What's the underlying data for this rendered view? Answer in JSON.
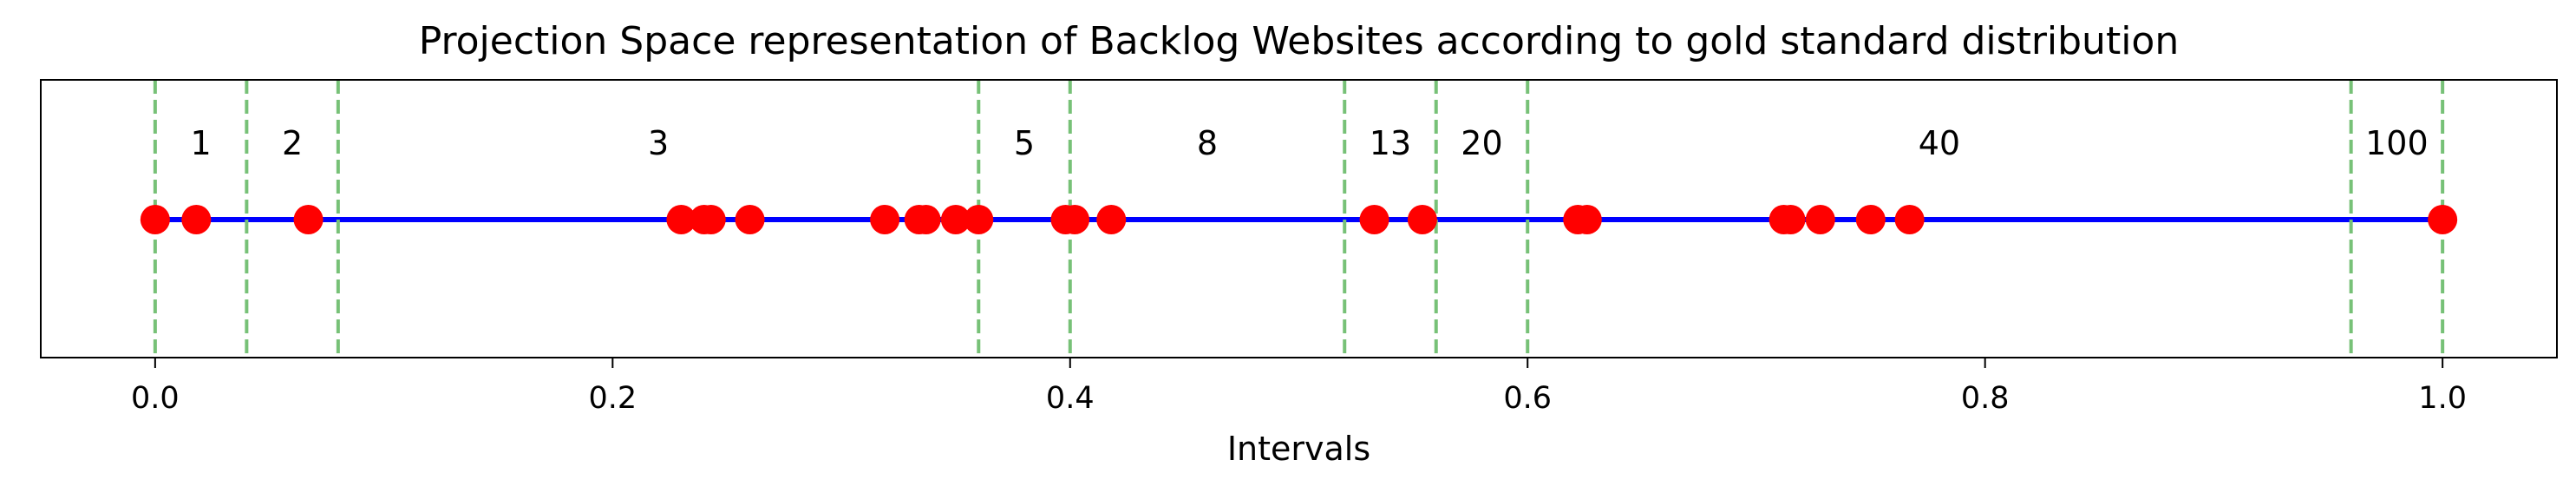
{
  "chart_data": {
    "type": "scatter",
    "title": "Projection Space representation of Backlog Websites according to gold standard distribution",
    "xlabel": "Intervals",
    "ylabel": "",
    "xlim": [
      -0.05,
      1.05
    ],
    "x_ticks": [
      0.0,
      0.2,
      0.4,
      0.6,
      0.8,
      1.0
    ],
    "x_tick_labels": [
      "0.0",
      "0.2",
      "0.4",
      "0.6",
      "0.8",
      "1.0"
    ],
    "y_ticks_visible": false,
    "grid": false,
    "line": {
      "x": [
        0.0,
        1.0
      ],
      "color": "#0000ff"
    },
    "boundaries": [
      0.0,
      0.04,
      0.08,
      0.36,
      0.4,
      0.52,
      0.56,
      0.6,
      0.96,
      1.0
    ],
    "boundary_color": "#77c177",
    "interval_labels": [
      {
        "text": "1",
        "x": 0.02
      },
      {
        "text": "2",
        "x": 0.06
      },
      {
        "text": "3",
        "x": 0.22
      },
      {
        "text": "5",
        "x": 0.38
      },
      {
        "text": "8",
        "x": 0.46
      },
      {
        "text": "13",
        "x": 0.54
      },
      {
        "text": "20",
        "x": 0.58
      },
      {
        "text": "40",
        "x": 0.78
      },
      {
        "text": "100",
        "x": 0.98
      }
    ],
    "points": {
      "color": "#ff0000",
      "x": [
        0.0,
        0.018,
        0.067,
        0.23,
        0.24,
        0.243,
        0.26,
        0.319,
        0.334,
        0.337,
        0.35,
        0.36,
        0.398,
        0.402,
        0.418,
        0.533,
        0.554,
        0.622,
        0.626,
        0.712,
        0.715,
        0.728,
        0.75,
        0.767,
        1.0
      ]
    }
  }
}
